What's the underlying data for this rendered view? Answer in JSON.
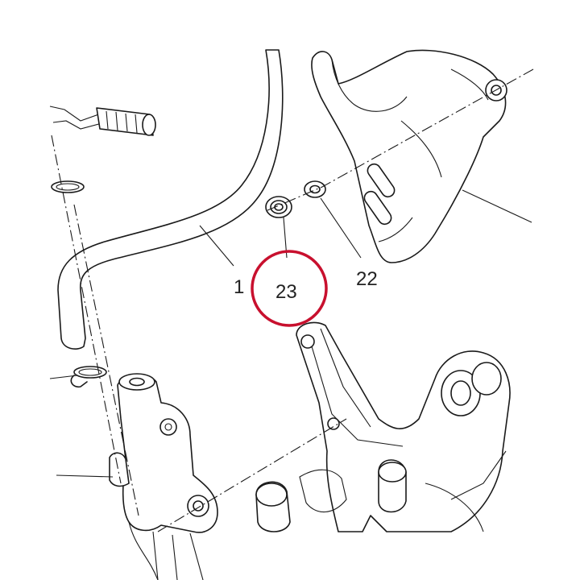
{
  "callouts": {
    "part_1": "1",
    "part_22": "22",
    "part_23": "23"
  },
  "highlight": {
    "target": "23",
    "color": "#c8102e"
  }
}
